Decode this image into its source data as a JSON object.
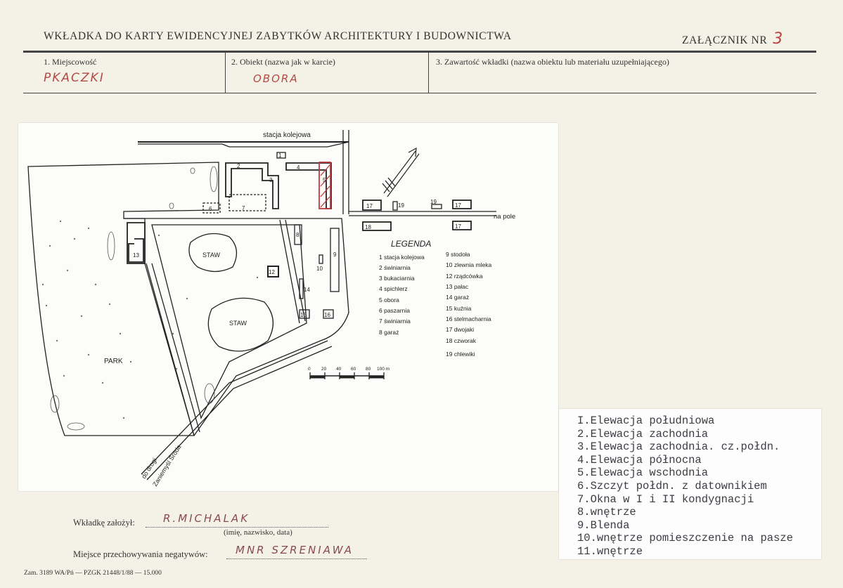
{
  "header": {
    "title": "WKŁADKA DO KARTY EWIDENCYJNEJ ZABYTKÓW ARCHITEKTURY I BUDOWNICTWA",
    "attachment_label": "ZAŁĄCZNIK NR",
    "attachment_number": "3"
  },
  "fields": {
    "place_label": "1. Miejscowość",
    "place_value": "PKACZKI",
    "object_label": "2. Obiekt (nazwa jak w karcie)",
    "object_value": "OBORA",
    "content_label": "3. Zawartość wkładki (nazwa obiektu lub materiału uzupełniającego)"
  },
  "map": {
    "railway": "stacja kolejowa",
    "to_field": "na pole",
    "road_to": "do drogi",
    "road_towns": "Zaniemyśl  Środa",
    "park": "PARK",
    "pond1": "STAW",
    "pond2": "STAW",
    "legend_title": "LEGENDA",
    "legend_col1": [
      "1 stacja kolejowa",
      "2 świniarnia",
      "3 bukaciarnia",
      "4 spichlerz",
      "5 obora",
      "6 paszarnia",
      "7 świniarnia",
      "8 garaż"
    ],
    "legend_col2": [
      "9 stodoła",
      "10 zlewnia mleka",
      "12 rządcówka",
      "13 pałac",
      "14 garaż",
      "15 kuźnia",
      "16 stelmacharnia",
      "17 dwojaki",
      "18 czworak",
      "19 chlewiki"
    ],
    "scale_ticks": [
      "0",
      "20",
      "40",
      "60",
      "80",
      "100 m"
    ],
    "bld": {
      "b1": "1",
      "b2": "2",
      "b3": "3",
      "b4": "4",
      "b5": "5",
      "b6": "6",
      "b7": "7",
      "b8": "8",
      "b9": "9",
      "b10": "10",
      "b12": "12",
      "b13": "13",
      "b14": "14",
      "b15": "15",
      "b16": "16",
      "b17a": "17",
      "b17b": "17",
      "b17c": "17",
      "b18": "18",
      "b19a": "19",
      "b19b": "19"
    }
  },
  "notes": [
    "I.Elewacja południowa",
    "2.Elewacja zachodnia",
    "3.Elewacja zachodnia. cz.połdn.",
    "4.Elewacja północna",
    "5.Elewacja wschodnia",
    "6.Szczyt połdn. z datownikiem",
    "7.Okna w I i II kondygnacji",
    "8.wnętrze",
    "9.Blenda",
    "10.wnętrze pomieszczenie na pasze",
    "11.wnętrze"
  ],
  "footer": {
    "created_label": "Wkładkę założył:",
    "created_value": "R.MICHALAK",
    "created_hint": "(imię, nazwisko, data)",
    "negatives_label": "Miejsce przechowywania negatywów:",
    "negatives_value": "MNR SZRENIAWA",
    "print_info": "Zam. 3189 WA/Pń — PZGK 21448/1/88 — 15.000"
  }
}
